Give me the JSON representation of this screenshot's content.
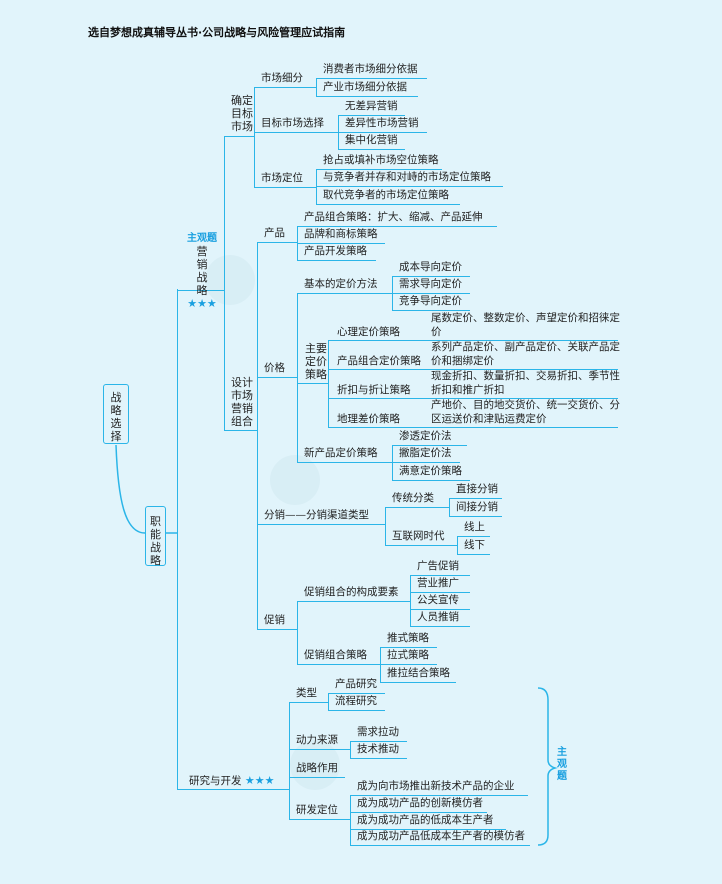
{
  "header": "选自梦想成真辅导丛书·公司战略与风险管理应试指南",
  "root": "战略选择",
  "functional": "职能战略",
  "marketing": {
    "tag": "主观题",
    "label": "营销战略",
    "stars": "★★★",
    "target": {
      "label": "确定目标市场",
      "segment": {
        "label": "市场细分",
        "items": [
          "消费者市场细分依据",
          "产业市场细分依据"
        ]
      },
      "select": {
        "label": "目标市场选择",
        "items": [
          "无差异营销",
          "差异性市场营销",
          "集中化营销"
        ]
      },
      "position": {
        "label": "市场定位",
        "items": [
          "抢占或填补市场空位策略",
          "与竞争者并存和对峙的市场定位策略",
          "取代竞争者的市场定位策略"
        ]
      }
    },
    "mix": {
      "label": "设计市场营销组合",
      "product": {
        "label": "产品",
        "items": [
          "产品组合策略：扩大、缩减、产品延伸",
          "品牌和商标策略",
          "产品开发策略"
        ]
      },
      "price": {
        "label": "价格",
        "basic": {
          "label": "基本的定价方法",
          "items": [
            "成本导向定价",
            "需求导向定价",
            "竞争导向定价"
          ]
        },
        "main": {
          "label": "主要定价策略",
          "items": [
            {
              "label": "心理定价策略",
              "detail": "尾数定价、整数定价、声望定价和招徕定价"
            },
            {
              "label": "产品组合定价策略",
              "detail": "系列产品定价、副产品定价、关联产品定价和捆绑定价"
            },
            {
              "label": "折扣与折让策略",
              "detail": "现金折扣、数量折扣、交易折扣、季节性折扣和推广折扣"
            },
            {
              "label": "地理差价策略",
              "detail": "产地价、目的地交货价、统一交货价、分区运送价和津贴运费定价"
            }
          ]
        },
        "newp": {
          "label": "新产品定价策略",
          "items": [
            "渗透定价法",
            "撇脂定价法",
            "满意定价策略"
          ]
        }
      },
      "place": {
        "label": "分销——分销渠道类型",
        "trad": {
          "label": "传统分类",
          "items": [
            "直接分销",
            "间接分销"
          ]
        },
        "net": {
          "label": "互联网时代",
          "items": [
            "线上",
            "线下"
          ]
        }
      },
      "promo": {
        "label": "促销",
        "elements": {
          "label": "促销组合的构成要素",
          "items": [
            "广告促销",
            "营业推广",
            "公关宣传",
            "人员推销"
          ]
        },
        "strategy": {
          "label": "促销组合策略",
          "items": [
            "推式策略",
            "拉式策略",
            "推拉结合策略"
          ]
        }
      }
    }
  },
  "rd": {
    "label": "研究与开发",
    "stars": "★★★",
    "type": {
      "label": "类型",
      "items": [
        "产品研究",
        "流程研究"
      ]
    },
    "driver": {
      "label": "动力来源",
      "items": [
        "需求拉动",
        "技术推动"
      ]
    },
    "role": {
      "label": "战略作用"
    },
    "posi": {
      "label": "研发定位",
      "items": [
        "成为向市场推出新技术产品的企业",
        "成为成功产品的创新模仿者",
        "成为成功产品的低成本生产者",
        "成为成功产品低成本生产者的模仿者"
      ]
    },
    "tag": "主观题"
  }
}
